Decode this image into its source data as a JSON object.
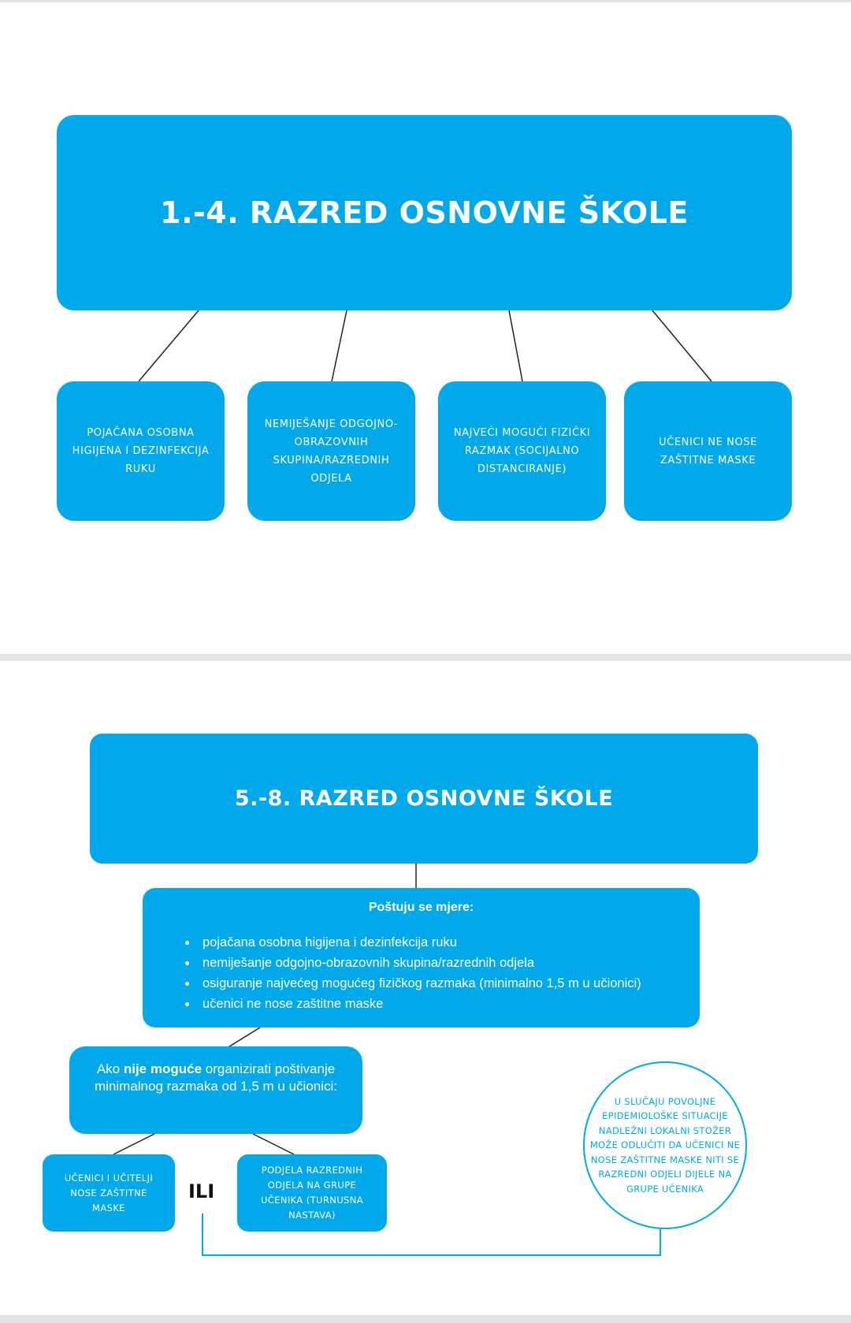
{
  "section1": {
    "title": "1.-4. RAZRED OSNOVNE ŠKOLE",
    "boxes": [
      "POJAČANA OSOBNA HIGIJENA I DEZINFEKCIJA RUKU",
      "NEMIJEŠANJE ODGOJNO-OBRAZOVNIH SKUPINA/RAZREDNIH ODJELA",
      "NAJVEĆI MOGUĆI FIZIČKI RAZMAK (SOCIJALNO DISTANCIRANJE)",
      "UČENICI NE NOSE ZAŠTITNE MASKE"
    ]
  },
  "section2": {
    "title": "5.-8. RAZRED OSNOVNE ŠKOLE",
    "measures_title": "Poštuju se mjere:",
    "measures": [
      "pojačana osobna higijena i dezinfekcija ruku",
      "nemiješanje odgojno-obrazovnih skupina/razrednih odjela",
      "osiguranje najvećeg mogućeg fizičkog razmaka (minimalno 1,5 m u učionici)",
      "učenici ne nose zaštitne maske"
    ],
    "condition": {
      "pre": "Ako ",
      "bold": "nije moguće",
      "post": " organizirati poštivanje minimalnog razmaka od 1,5 m u učionici:"
    },
    "option_a": "UČENICI I UČITELJI NOSE ZAŠTITNE MASKE",
    "or_label": "ILI",
    "option_b": "PODJELA RAZREDNIH ODJELA NA GRUPE UČENIKA (TURNUSNA NASTAVA)",
    "circle_text": "U SLUČAJU POVOLJNE EPIDEMIOLOŠKE SITUACIJE NADLEŽNI LOKALNI STOŽER MOŽE ODLUČITI DA UČENICI NE NOSE ZAŠTITNE MASKE NITI SE RAZREDNI ODJELI DIJELE NA GRUPE UČENIKA"
  },
  "colors": {
    "accent": "#02a9ea",
    "background": "#ffffff",
    "separator": "#e4e4e4",
    "text_dark": "#111111"
  }
}
